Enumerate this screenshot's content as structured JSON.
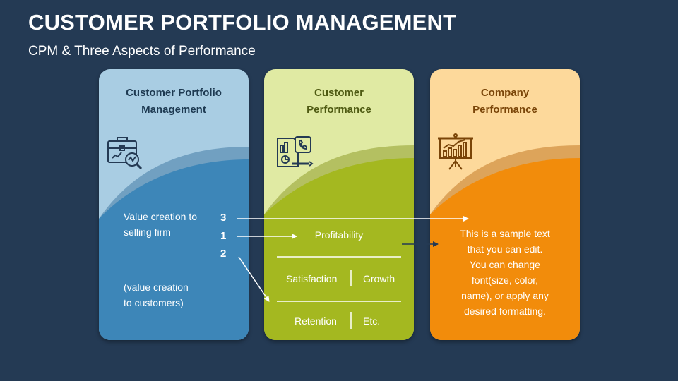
{
  "title": "CUSTOMER PORTFOLIO MANAGEMENT",
  "subtitle": "CPM & Three Aspects of Performance",
  "cards": [
    {
      "title_line1": "Customer Portfolio",
      "title_line2": "Management",
      "icon": "briefcase-analytics-icon",
      "light_color": "#a9cde3",
      "dark_color": "#3d86b8",
      "title_color": "#1e3a52",
      "text1_line1": "Value creation to",
      "text1_line2": "selling firm",
      "text2_line1": "(value creation",
      "text2_line2": "to customers)"
    },
    {
      "title_line1": "Customer",
      "title_line2": "Performance",
      "icon": "report-phone-icon",
      "light_color": "#e0eaa3",
      "dark_color": "#a4b820",
      "title_color": "#4e5a12",
      "profitability": "Profitability",
      "satisfaction": "Satisfaction",
      "growth": "Growth",
      "retention": "Retention",
      "etc": "Etc."
    },
    {
      "title_line1": "Company",
      "title_line2": "Performance",
      "icon": "presentation-chart-icon",
      "light_color": "#fdd99b",
      "dark_color": "#f28c0b",
      "title_color": "#7a4508",
      "body": [
        "This is a sample text",
        "that you can edit.",
        "You can change",
        "font(size, color,",
        "name), or apply any",
        "desired formatting."
      ]
    }
  ],
  "numbers": [
    "3",
    "1",
    "2"
  ]
}
